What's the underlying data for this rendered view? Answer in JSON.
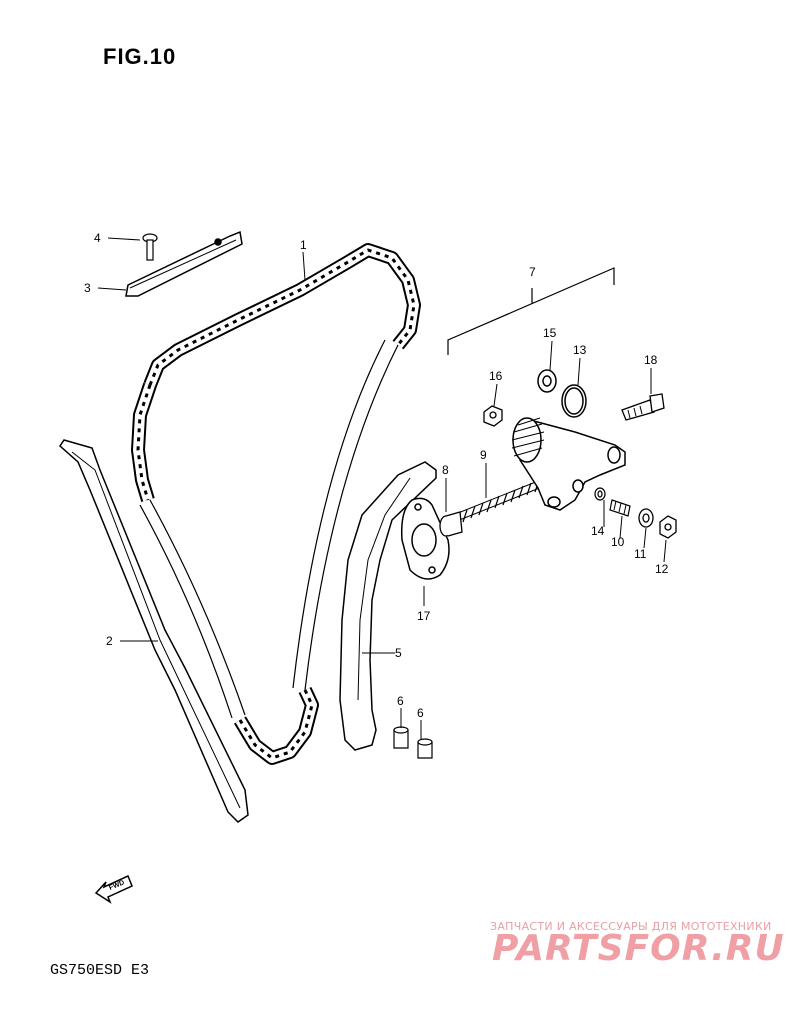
{
  "figure": {
    "title": "FIG.10",
    "model_code": "GS750ESD E3"
  },
  "callouts": {
    "n1": "1",
    "n2": "2",
    "n3": "3",
    "n4": "4",
    "n5": "5",
    "n6a": "6",
    "n6b": "6",
    "n7": "7",
    "n8": "8",
    "n9": "9",
    "n10": "10",
    "n11": "11",
    "n12": "12",
    "n13": "13",
    "n14": "14",
    "n15": "15",
    "n16": "16",
    "n17": "17",
    "n18": "18"
  },
  "fwd_label": "FWD",
  "watermark": {
    "subtitle": "ЗАПЧАСТИ И АКСЕССУАРЫ ДЛЯ МОТОТЕХНИКИ",
    "logo": "PARTSFOR.RU"
  },
  "colors": {
    "line": "#000000",
    "watermark": "#ee8f95"
  }
}
